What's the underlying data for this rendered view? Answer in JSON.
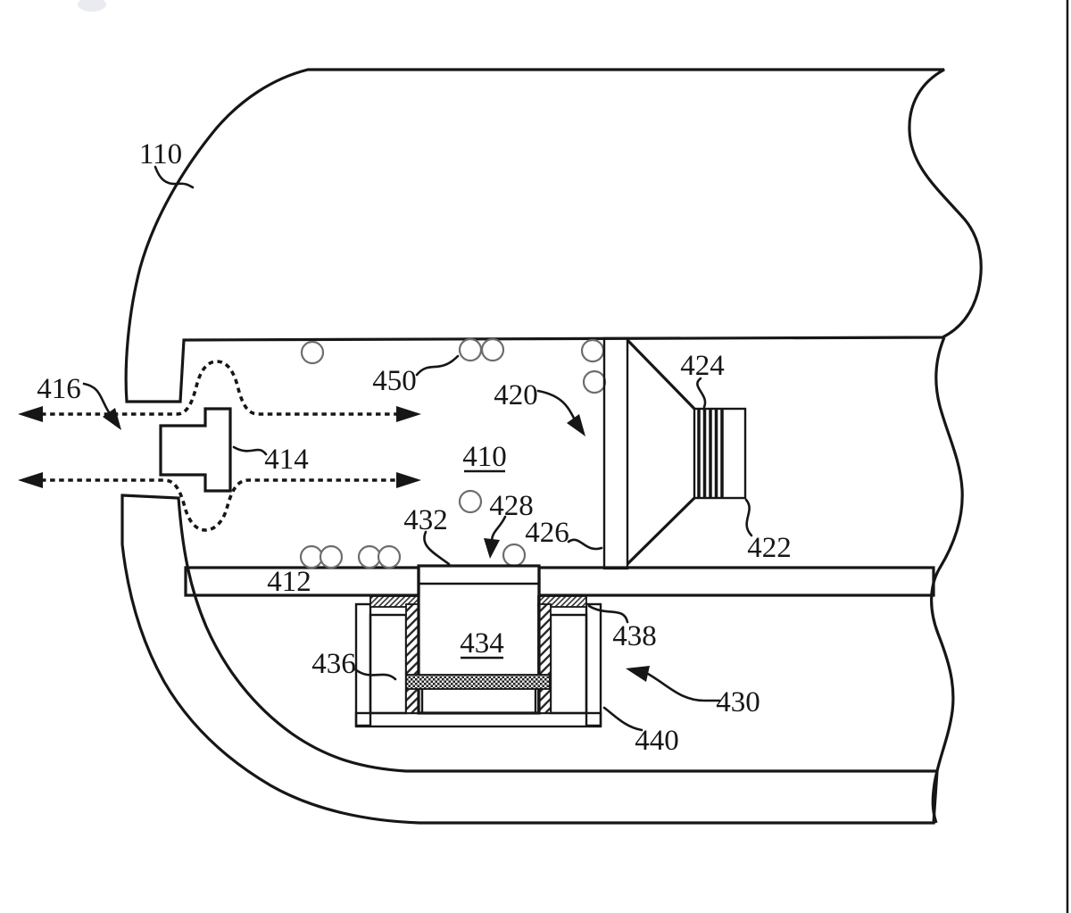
{
  "figure": {
    "kind": "patent cross-section diagram",
    "labels": {
      "n110": "110",
      "n416": "416",
      "n414": "414",
      "n450": "450",
      "n420": "420",
      "n410": "410",
      "n424": "424",
      "n422": "422",
      "n432": "432",
      "n428": "428",
      "n426": "426",
      "n412": "412",
      "n434": "434",
      "n436": "436",
      "n438": "438",
      "n430": "430",
      "n440": "440"
    },
    "underlined_labels": [
      "410",
      "412",
      "434"
    ]
  },
  "colors": {
    "ink": "#161616",
    "body_gray": "#c7c7c7",
    "background": "#ffffff"
  }
}
